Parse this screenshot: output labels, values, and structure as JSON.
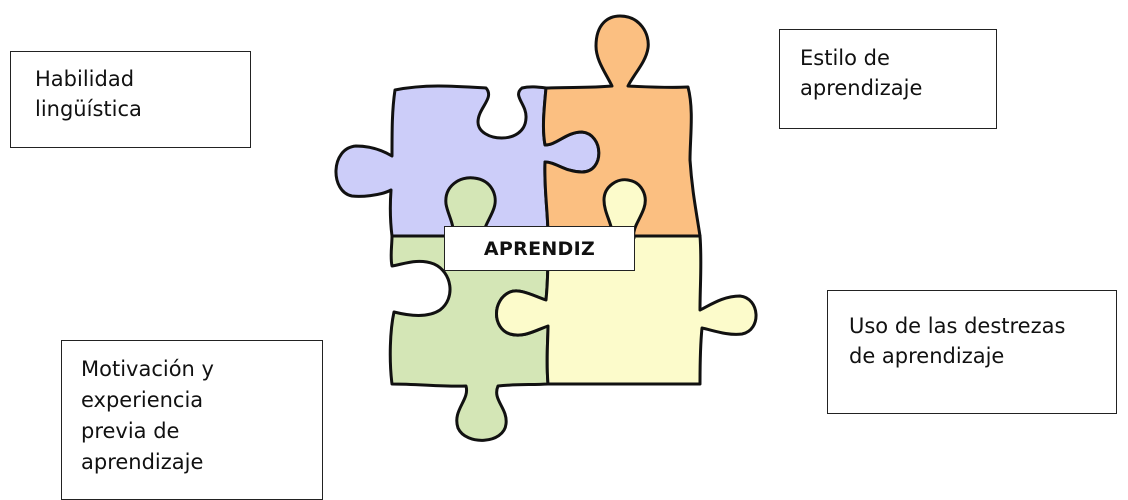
{
  "diagram": {
    "center_label": "APRENDIZ",
    "boxes": {
      "habilidad": "Habilidad\nlingüística",
      "estilo": "Estilo de\naprendizaje",
      "motivacion": "Motivación y\nexperiencia\nprevia de\naprendizaje",
      "uso": "Uso de las destrezas\nde aprendizaje"
    },
    "piece_colors": {
      "top_left": "#cccdf9",
      "top_right": "#fbbf81",
      "bottom_left": "#d4e6b6",
      "bottom_right": "#fcfbcb",
      "outline": "#111111"
    }
  }
}
